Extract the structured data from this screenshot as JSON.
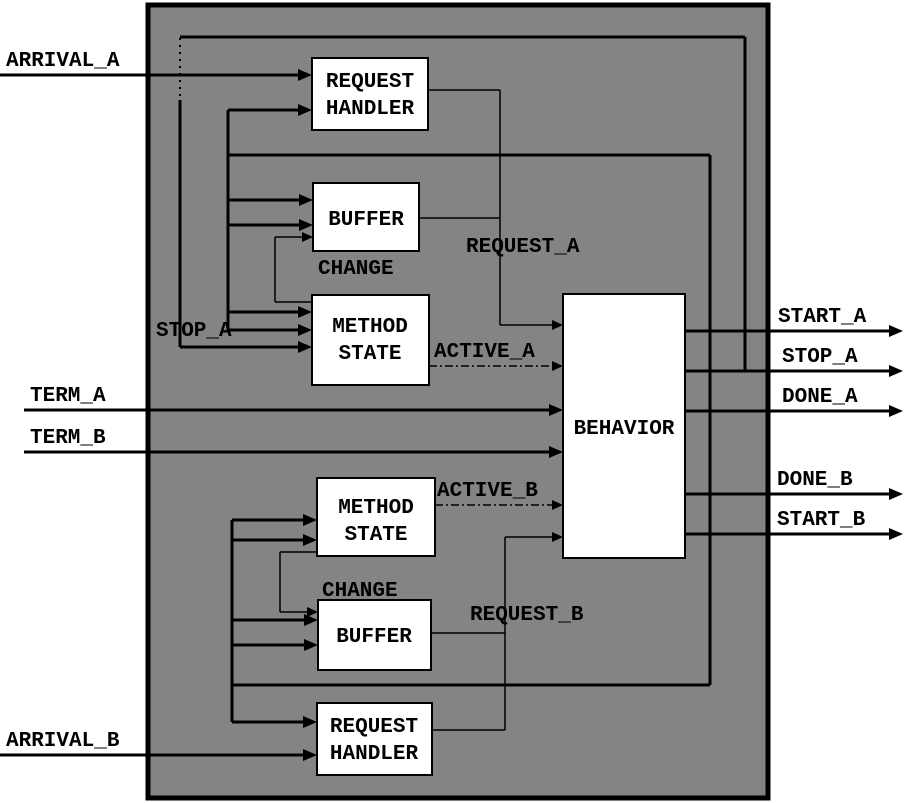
{
  "diagram": {
    "blocks": {
      "request_handler_a": {
        "line1": "REQUEST",
        "line2": "HANDLER"
      },
      "buffer_a": {
        "line1": "BUFFER"
      },
      "method_state_a": {
        "line1": "METHOD",
        "line2": "STATE"
      },
      "behavior": {
        "line1": "BEHAVIOR"
      },
      "method_state_b": {
        "line1": "METHOD",
        "line2": "STATE"
      },
      "buffer_b": {
        "line1": "BUFFER"
      },
      "request_handler_b": {
        "line1": "REQUEST",
        "line2": "HANDLER"
      }
    },
    "inputs": {
      "arrival_a": "ARRIVAL_A",
      "term_a": "TERM_A",
      "term_b": "TERM_B",
      "arrival_b": "ARRIVAL_B"
    },
    "outputs": {
      "start_a": "START_A",
      "stop_a": "STOP_A",
      "done_a": "DONE_A",
      "done_b": "DONE_B",
      "start_b": "START_B"
    },
    "internal_labels": {
      "request_a": "REQUEST_A",
      "change_a": "CHANGE",
      "stop_a": "STOP_A",
      "active_a": "ACTIVE_A",
      "active_b": "ACTIVE_B",
      "change_b": "CHANGE",
      "request_b": "REQUEST_B"
    },
    "colors": {
      "box_fill": "#848484",
      "block_fill": "#ffffff",
      "line": "#000000",
      "background": "#ffffff"
    }
  }
}
